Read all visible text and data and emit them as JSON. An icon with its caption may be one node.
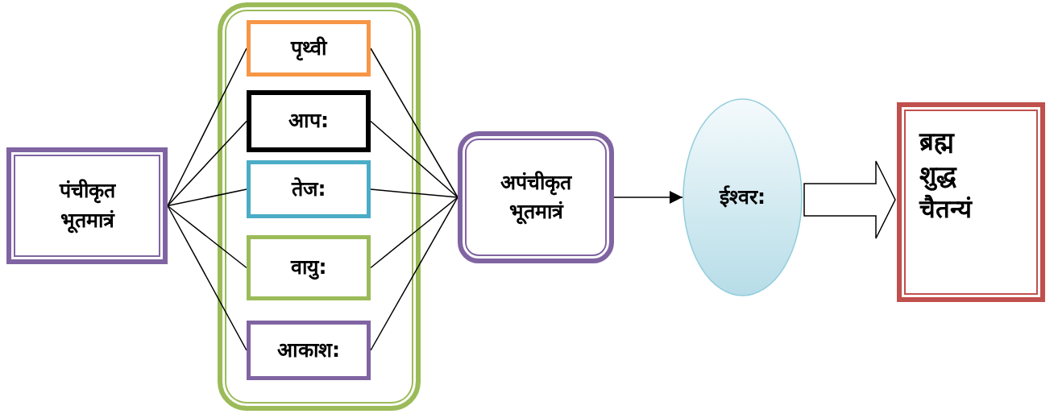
{
  "diagram": {
    "nodes": [
      {
        "text": [
          "पंचीकृत भूतमात्रं"
        ]
      },
      {
        "text": [],
        "shape": "box"
      },
      {
        "text": [
          "पृथ्वी"
        ],
        "in": 1
      },
      {
        "text": [
          "आप:"
        ],
        "in": 1
      },
      {
        "text": [
          "तेज:"
        ],
        "in": 1
      },
      {
        "text": [
          "वायु:"
        ],
        "in": 1
      },
      {
        "text": [
          "आकाश:"
        ],
        "in": 1
      },
      {
        "text": [
          "अपंचीकृत भूतमात्रं"
        ]
      },
      {
        "text": [
          "ईश्वर:"
        ]
      },
      {
        "text": [
          "ब्रह्म शुद्ध चैतन्यं"
        ]
      }
    ],
    "edges": [
      {
        "from": 0,
        "to": 2,
        "arrow": "none"
      },
      {
        "from": 0,
        "to": 3,
        "arrow": "none"
      },
      {
        "from": 0,
        "to": 4,
        "arrow": "none"
      },
      {
        "from": 0,
        "to": 5,
        "arrow": "none"
      },
      {
        "from": 0,
        "to": 6,
        "arrow": "none"
      },
      {
        "from": 2,
        "to": 7,
        "arrow": "none"
      },
      {
        "from": 3,
        "to": 7,
        "arrow": "none"
      },
      {
        "from": 4,
        "to": 7,
        "arrow": "none"
      },
      {
        "from": 5,
        "to": 7,
        "arrow": "none"
      },
      {
        "from": 6,
        "to": 7,
        "arrow": "none"
      },
      {
        "from": 7,
        "to": 8,
        "arrow": "to"
      },
      {
        "from": 8,
        "to": 9,
        "arrow": "to",
        "style": "thick"
      }
    ]
  }
}
